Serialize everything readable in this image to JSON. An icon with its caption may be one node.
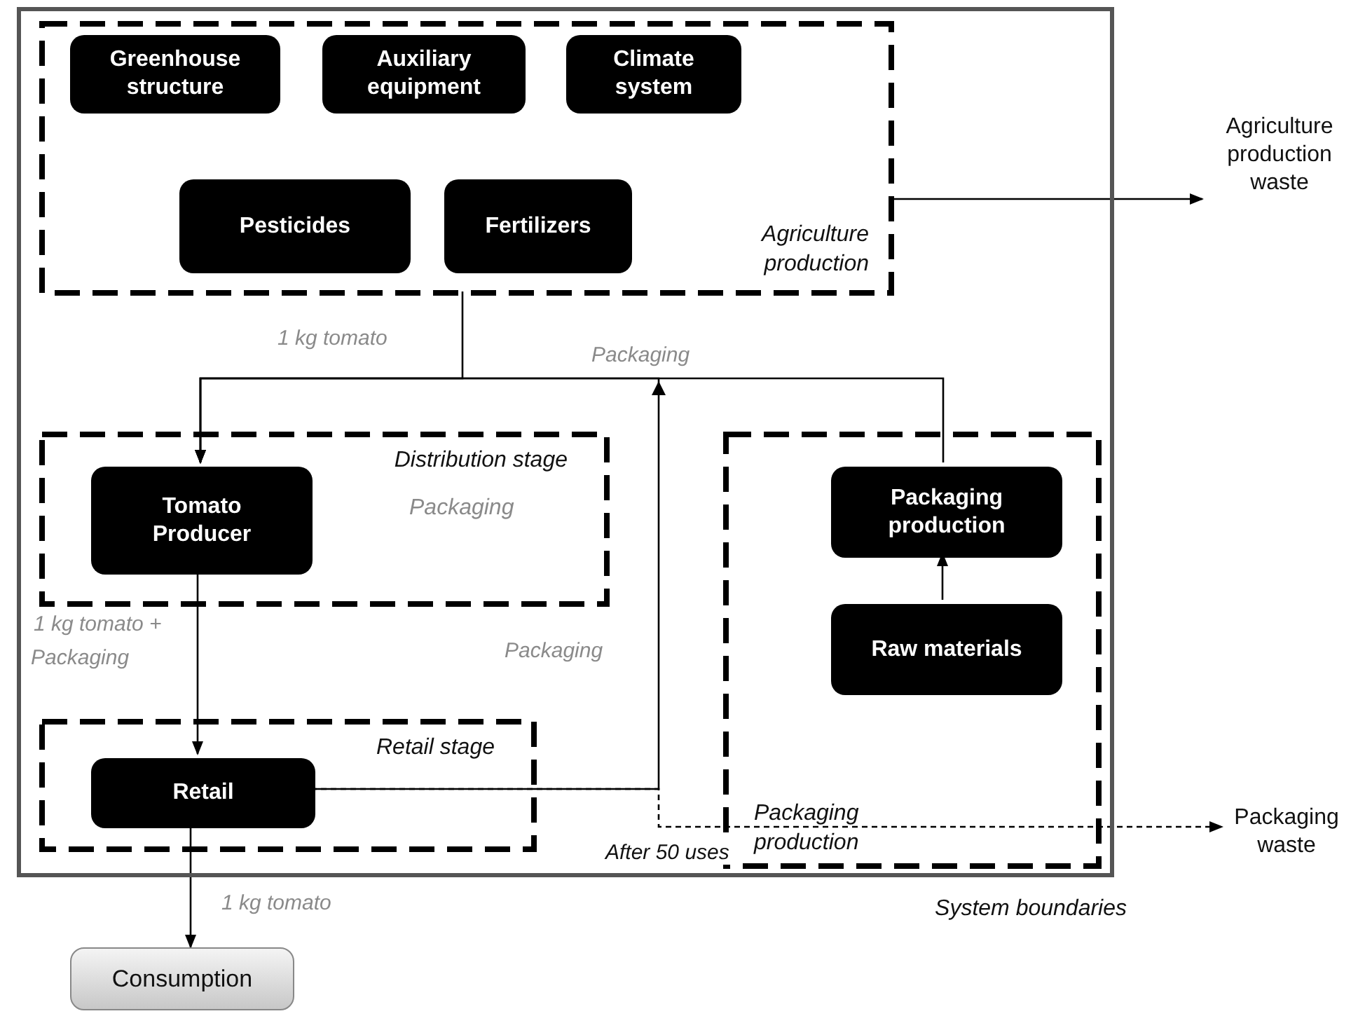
{
  "diagram": {
    "nodes": [
      {
        "text": [
          "System boundaries"
        ]
      },
      {
        "text": [
          "Agriculture production"
        ],
        "in": 0
      },
      {
        "text": [
          "Greenhouse structure"
        ],
        "in": 1
      },
      {
        "text": [
          "Auxiliary equipment"
        ],
        "in": 1
      },
      {
        "text": [
          "Climate system"
        ],
        "in": 1
      },
      {
        "text": [
          "Pesticides"
        ],
        "in": 1
      },
      {
        "text": [
          "Fertilizers"
        ],
        "in": 1
      },
      {
        "text": [
          "Distribution stage"
        ],
        "in": 0
      },
      {
        "text": [
          "Tomato Producer"
        ],
        "in": 7
      },
      {
        "text": [
          "Retail stage"
        ],
        "in": 0
      },
      {
        "text": [
          "Retail"
        ],
        "in": 9
      },
      {
        "text": [
          "Packaging production"
        ],
        "in": 0
      },
      {
        "text": [
          "Packaging production"
        ],
        "in": 11
      },
      {
        "text": [
          "Raw materials"
        ],
        "in": 11
      },
      {
        "text": [
          "Agriculture production waste"
        ]
      },
      {
        "text": [
          "Packaging waste"
        ]
      },
      {
        "text": [
          "Consumption"
        ]
      }
    ],
    "edges": [
      {
        "from": 1,
        "to": 8,
        "arrow": "to",
        "label": "1 kg tomato"
      },
      {
        "from": 12,
        "to": 8,
        "arrow": "to",
        "label": "Packaging"
      },
      {
        "from": 10,
        "to": 8,
        "arrow": "to",
        "label": "Packaging"
      },
      {
        "from": 8,
        "to": 10,
        "arrow": "to",
        "label": "1 kg tomato + Packaging"
      },
      {
        "from": 10,
        "to": 16,
        "arrow": "to",
        "label": "1 kg tomato"
      },
      {
        "from": 13,
        "to": 12,
        "arrow": "to"
      },
      {
        "from": 1,
        "to": 14,
        "arrow": "to"
      },
      {
        "from": 10,
        "to": 15,
        "arrow": "to",
        "label": "After 50 uses",
        "style": "dashed"
      }
    ],
    "labels": [
      "Packaging"
    ]
  }
}
